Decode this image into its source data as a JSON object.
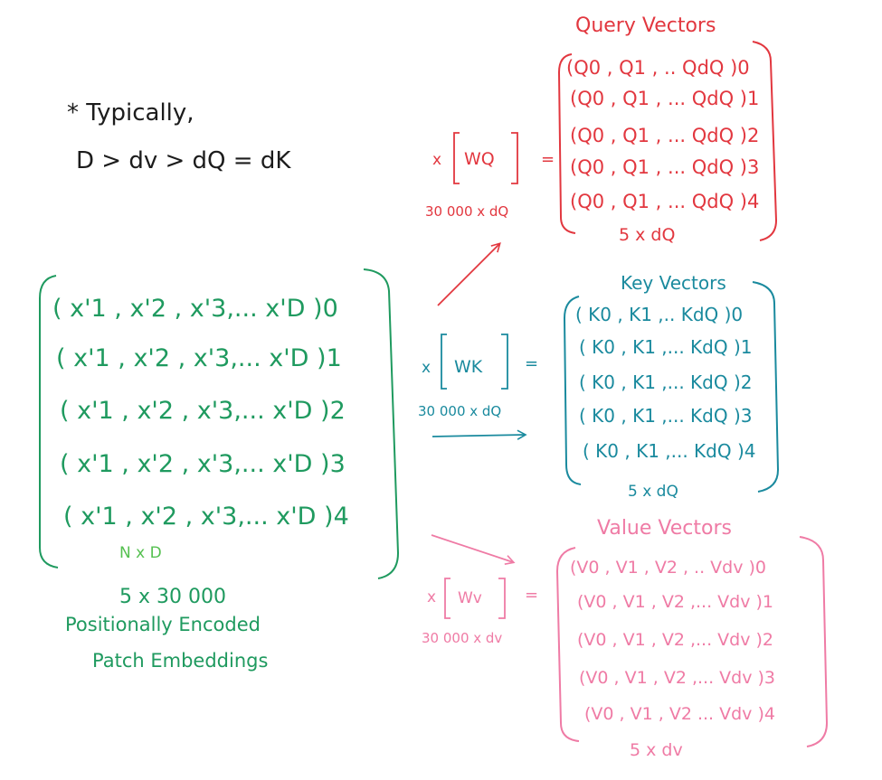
{
  "colors": {
    "ink": "#1c1c1c",
    "green": "#1f9a5f",
    "red": "#e2373f",
    "teal": "#1a8a9e",
    "pink": "#ef7ba5",
    "light_green": "#55c050"
  },
  "note": {
    "line1": "* Typically,",
    "line2": "D > dv > dQ = dK"
  },
  "input_matrix": {
    "rows": [
      "( x'1 , x'2 , x'3,... x'D )0",
      "( x'1 , x'2 , x'3,... x'D )1",
      "( x'1 , x'2 , x'3,... x'D )2",
      "( x'1 , x'2 , x'3,... x'D )3",
      "( x'1 , x'2 , x'3,... x'D )4"
    ],
    "dims_symbolic": "N x     D",
    "dims": "5 x 30 000",
    "caption_line1": "Positionally Encoded",
    "caption_line2": "Patch Embeddings"
  },
  "query": {
    "title": "Query Vectors",
    "weight_label": "WQ",
    "weight_dims": "30 000 x dQ",
    "rows": [
      "(Q0 , Q1 , .. QdQ )0",
      "(Q0 , Q1 , ... QdQ )1",
      "(Q0 , Q1 , ... QdQ )2",
      "(Q0 , Q1 , ... QdQ )3",
      "(Q0 , Q1 , ... QdQ )4"
    ],
    "dims": "5 x dQ"
  },
  "key": {
    "title": "Key Vectors",
    "weight_label": "WK",
    "weight_dims": "30 000 x dQ",
    "rows": [
      "( K0 , K1 ,.. KdQ )0",
      "( K0 , K1 ,... KdQ )1",
      "( K0 , K1 ,... KdQ )2",
      "( K0 , K1 ,... KdQ )3",
      "( K0 , K1 ,... KdQ )4"
    ],
    "dims": "5 x dQ"
  },
  "value": {
    "title": "Value Vectors",
    "weight_label": "Wv",
    "weight_dims": "30 000 x dv",
    "rows": [
      "(V0 , V1 , V2 , .. Vdv )0",
      "(V0 , V1 , V2 ,... Vdv )1",
      "(V0 , V1 , V2 ,... Vdv )2",
      "(V0 , V1 , V2 ,... Vdv )3",
      "(V0 , V1 , V2 ... Vdv )4"
    ],
    "dims": "5 x dv"
  },
  "symbols": {
    "times": "x",
    "equals": "="
  }
}
